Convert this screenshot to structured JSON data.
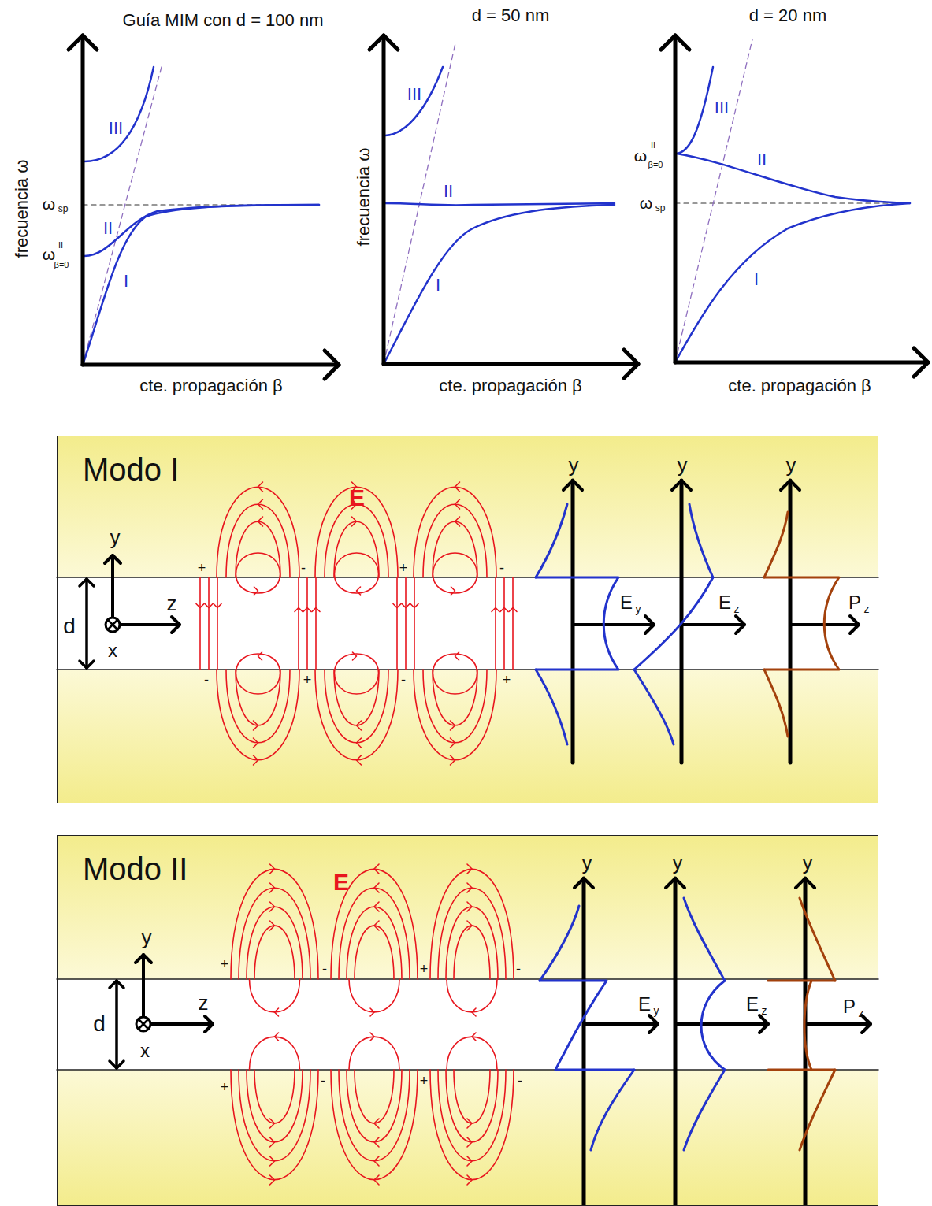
{
  "diagram": {
    "nodes": [
      {
        "text": [
          "Modo I"
        ]
      },
      {
        "text": [
          "Modo II"
        ]
      }
    ],
    "labels": [
      "Guía MIM con d = 100 nm",
      "frecuencia ω",
      "ω",
      "sp",
      "ω",
      "II",
      "β=0",
      "III",
      "II",
      "I",
      "cte. propagación β",
      "d = 50 nm",
      "frecuencia ω",
      "III",
      "II",
      "I",
      "cte. propagación β",
      "d = 20 nm",
      "ω",
      "II",
      "β=0",
      "ω",
      "sp",
      "III",
      "II",
      "I",
      "cte. propagación β",
      "E",
      "+",
      "-",
      "+",
      "-",
      "-",
      "+",
      "-",
      "+",
      "y",
      "z",
      "d",
      "x",
      "y",
      "E",
      "y",
      "y",
      "E",
      "z",
      "y",
      "P",
      "z",
      "E",
      "+",
      "-",
      "+",
      "-",
      "+",
      "-",
      "+",
      "-",
      "y",
      "z",
      "d",
      "x",
      "y",
      "E",
      "y",
      "y",
      "E",
      "z",
      "y",
      "P",
      "z"
    ]
  }
}
